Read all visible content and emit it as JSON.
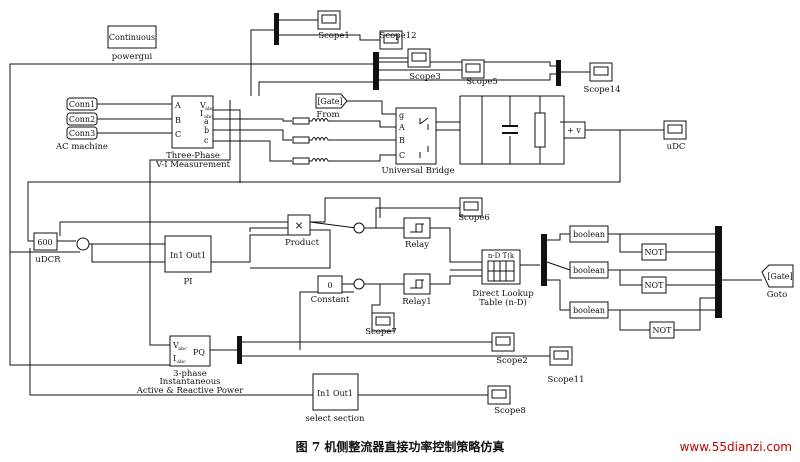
{
  "diagram": {
    "powergui_text": "Continuous",
    "powergui_label": "powergui",
    "ac_machine_ports": [
      "Conn1",
      "Conn2",
      "Conn3"
    ],
    "ac_machine_label": "AC machine",
    "vi_meas_ports_left": [
      "A",
      "B",
      "C"
    ],
    "vi_meas_ports_right": [
      "a",
      "b",
      "c"
    ],
    "vi_meas_top_ports": [
      "V",
      "I"
    ],
    "vi_meas_subscripts": [
      "abc",
      "abc"
    ],
    "vi_meas_label_1": "Three-Phase",
    "vi_meas_label_2": "V-I Measurement",
    "gate_from_text": "[Gate]",
    "gate_from_label": "From",
    "bridge_ports": [
      "g",
      "A",
      "B",
      "C"
    ],
    "bridge_label": "Universal Bridge",
    "volt_meas_text": "+ v",
    "udc_label": "uDC",
    "const600_value": "600",
    "udcr_label": "uDCR",
    "pi_text": "In1 Out1",
    "pi_label": "PI",
    "product_symbol": "×",
    "product_label": "Product",
    "relay_label": "Relay",
    "relay1_label": "Relay1",
    "constant_value": "0",
    "constant_label": "Constant",
    "lookup_text": "n-D T(k",
    "lookup_label_1": "Direct Lookup",
    "lookup_label_2": "Table (n-D)",
    "boolean_text": "boolean",
    "not_text": "NOT",
    "goto_text": "[Gate]",
    "goto_label": "Goto",
    "pq_block_ports": [
      "V",
      "I"
    ],
    "pq_block_subscripts": [
      "abc",
      "abc"
    ],
    "pq_block_out": "PQ",
    "pq_label_1": "3-phase",
    "pq_label_2": "Instantaneous",
    "pq_label_3": "Active & Reactive Power",
    "select_text": "In1 Out1",
    "select_label": "select section",
    "scopes": [
      "Scope1",
      "Scope12",
      "Scope3",
      "Scope5",
      "Scope14",
      "Scope6",
      "Scope7",
      "Scope2",
      "Scope11",
      "Scope8"
    ],
    "caption": "图 7    机侧整流器直接功率控制策略仿真",
    "watermark": "www.55dianzi.com"
  }
}
